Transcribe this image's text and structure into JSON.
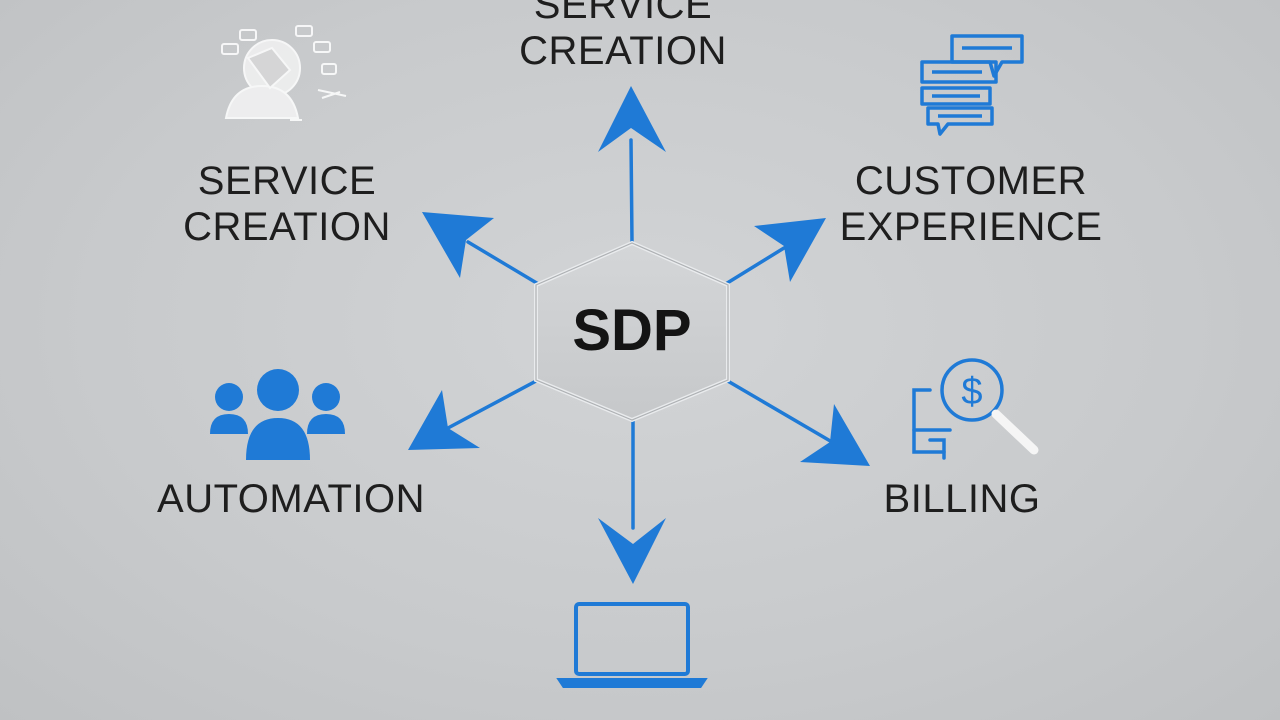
{
  "hub": {
    "label": "SDP"
  },
  "nodes": {
    "top": {
      "line1": "SERVICE",
      "line2": "CREATION",
      "icon": "partial-icon"
    },
    "upper_left": {
      "line1": "SERVICE",
      "line2": "CREATION",
      "icon": "support-agent-icon"
    },
    "upper_right": {
      "line1": "CUSTOMER",
      "line2": "EXPERIENCE",
      "icon": "chat-bubbles-icon"
    },
    "lower_left": {
      "line1": "AUTOMATION",
      "icon": "users-group-icon"
    },
    "lower_right": {
      "line1": "BILLING",
      "icon": "billing-search-icon"
    },
    "bottom": {
      "icon": "laptop-icon"
    }
  },
  "colors": {
    "accent": "#1f7ad6",
    "text": "#1e1e1e",
    "background": "#c9cbcd",
    "hub_fill": "#cdcfd1"
  }
}
